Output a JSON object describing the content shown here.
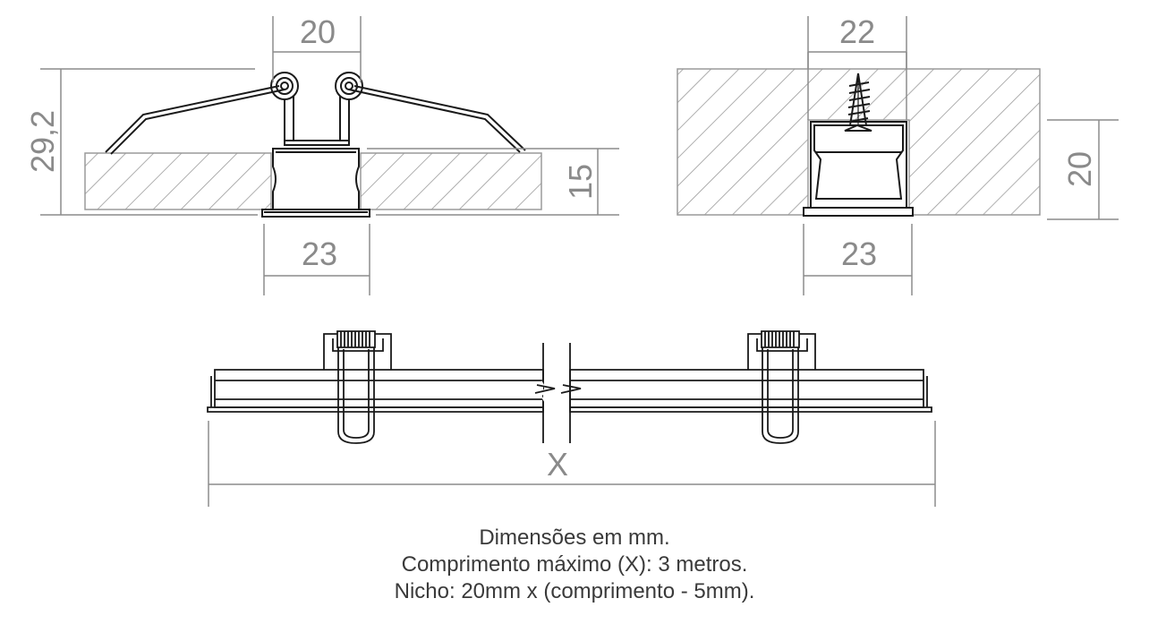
{
  "dimensions": {
    "left_section": {
      "top_width": "20",
      "total_height": "29,2",
      "panel_thickness": "15",
      "bottom_width": "23"
    },
    "right_section": {
      "top_width": "22",
      "niche_depth": "20",
      "bottom_width": "23"
    },
    "length_label": "X"
  },
  "caption": {
    "line1": "Dimensões em mm.",
    "line2": "Comprimento máximo (X): 3 metros.",
    "line3": "Nicho: 20mm x (comprimento - 5mm)."
  },
  "colors": {
    "dimension_line": "#8c8c8c",
    "drawing_line": "#1a1a1a",
    "hatch": "#9a9a9a"
  }
}
